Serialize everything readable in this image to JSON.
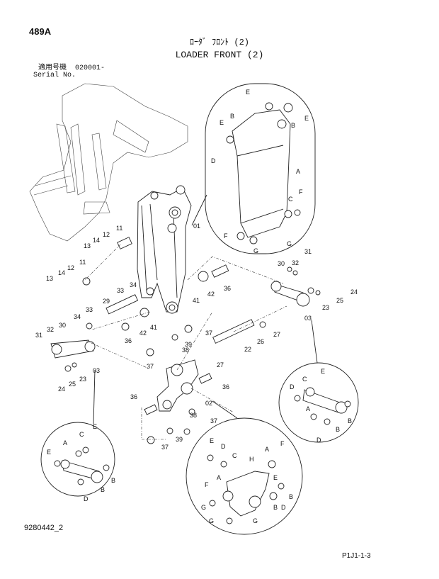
{
  "header": {
    "page_number": "489A",
    "title_jp": "ﾛｰﾀﾞ ﾌﾛﾝﾄ (2)",
    "title_en": "LOADER FRONT (2)",
    "serial_label_jp": "適用号機  020001-",
    "serial_label_en": "Serial No."
  },
  "footer": {
    "document_id": "9280442_2",
    "reference_code": "P1J1-1-3"
  },
  "callouts": {
    "main": [
      "01",
      "02",
      "03",
      "03",
      "11",
      "11",
      "12",
      "12",
      "13",
      "13",
      "14",
      "14",
      "22",
      "23",
      "23",
      "24",
      "24",
      "25",
      "25",
      "26",
      "27",
      "27",
      "29",
      "30",
      "30",
      "31",
      "31",
      "32",
      "32",
      "33",
      "33",
      "34",
      "34",
      "36",
      "36",
      "36",
      "36",
      "37",
      "37",
      "37",
      "37",
      "38",
      "38",
      "39",
      "39",
      "41",
      "41",
      "42",
      "42"
    ],
    "detail_top": [
      "E",
      "E",
      "E",
      "B",
      "B",
      "A",
      "D",
      "C",
      "F",
      "F",
      "G",
      "G"
    ],
    "detail_left": [
      "A",
      "C",
      "E",
      "E",
      "B",
      "B",
      "D"
    ],
    "detail_right": [
      "E",
      "D",
      "C",
      "A",
      "B",
      "B",
      "D"
    ],
    "detail_bottom": [
      "E",
      "D",
      "C",
      "H",
      "A",
      "F",
      "A",
      "E",
      "F",
      "G",
      "G",
      "B",
      "G",
      "B",
      "D"
    ]
  }
}
